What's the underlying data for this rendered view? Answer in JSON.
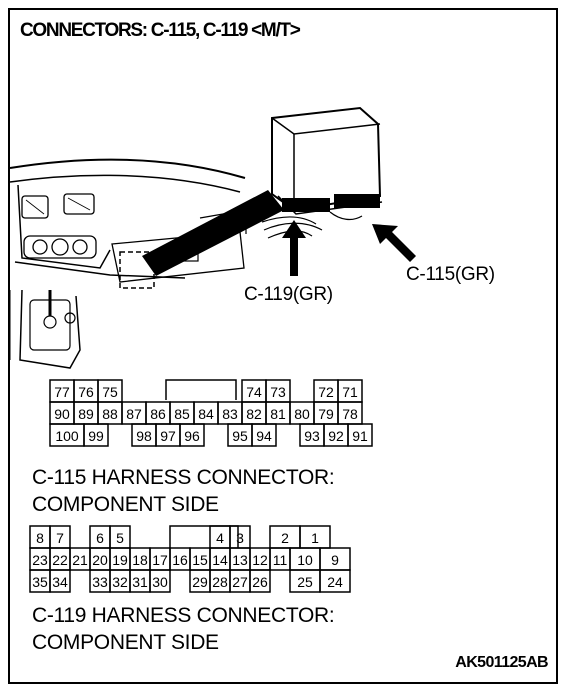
{
  "title": "CONNECTORS: C-115, C-119 <M/T>",
  "callouts": {
    "c119": "C-119(GR)",
    "c115": "C-115(GR)"
  },
  "c115": {
    "caption_line1": "C-115 HARNESS CONNECTOR:",
    "caption_line2": "COMPONENT SIDE",
    "row1": [
      "77",
      "76",
      "75",
      "",
      "",
      "",
      "",
      "",
      "74",
      "73",
      "",
      "72",
      "71"
    ],
    "row2": [
      "90",
      "89",
      "88",
      "87",
      "86",
      "85",
      "84",
      "83",
      "82",
      "81",
      "80",
      "79",
      "78"
    ],
    "row3": [
      "100",
      "99",
      "",
      "98",
      "97",
      "96",
      "",
      "95",
      "94",
      "",
      "93",
      "92",
      "91"
    ]
  },
  "c119": {
    "caption_line1": "C-119 HARNESS CONNECTOR:",
    "caption_line2": "COMPONENT SIDE",
    "row1": [
      "8",
      "7",
      "",
      "6",
      "5",
      "",
      "",
      "",
      "",
      "4",
      "3",
      "",
      "2",
      "1"
    ],
    "row2": [
      "23",
      "22",
      "21",
      "20",
      "19",
      "18",
      "17",
      "16",
      "15",
      "14",
      "13",
      "12",
      "11",
      "10",
      "9"
    ],
    "row3": [
      "35",
      "34",
      "",
      "33",
      "32",
      "31",
      "30",
      "",
      "29",
      "28",
      "27",
      "26",
      "",
      "25",
      "24"
    ]
  },
  "reference_code": "AK501125AB"
}
